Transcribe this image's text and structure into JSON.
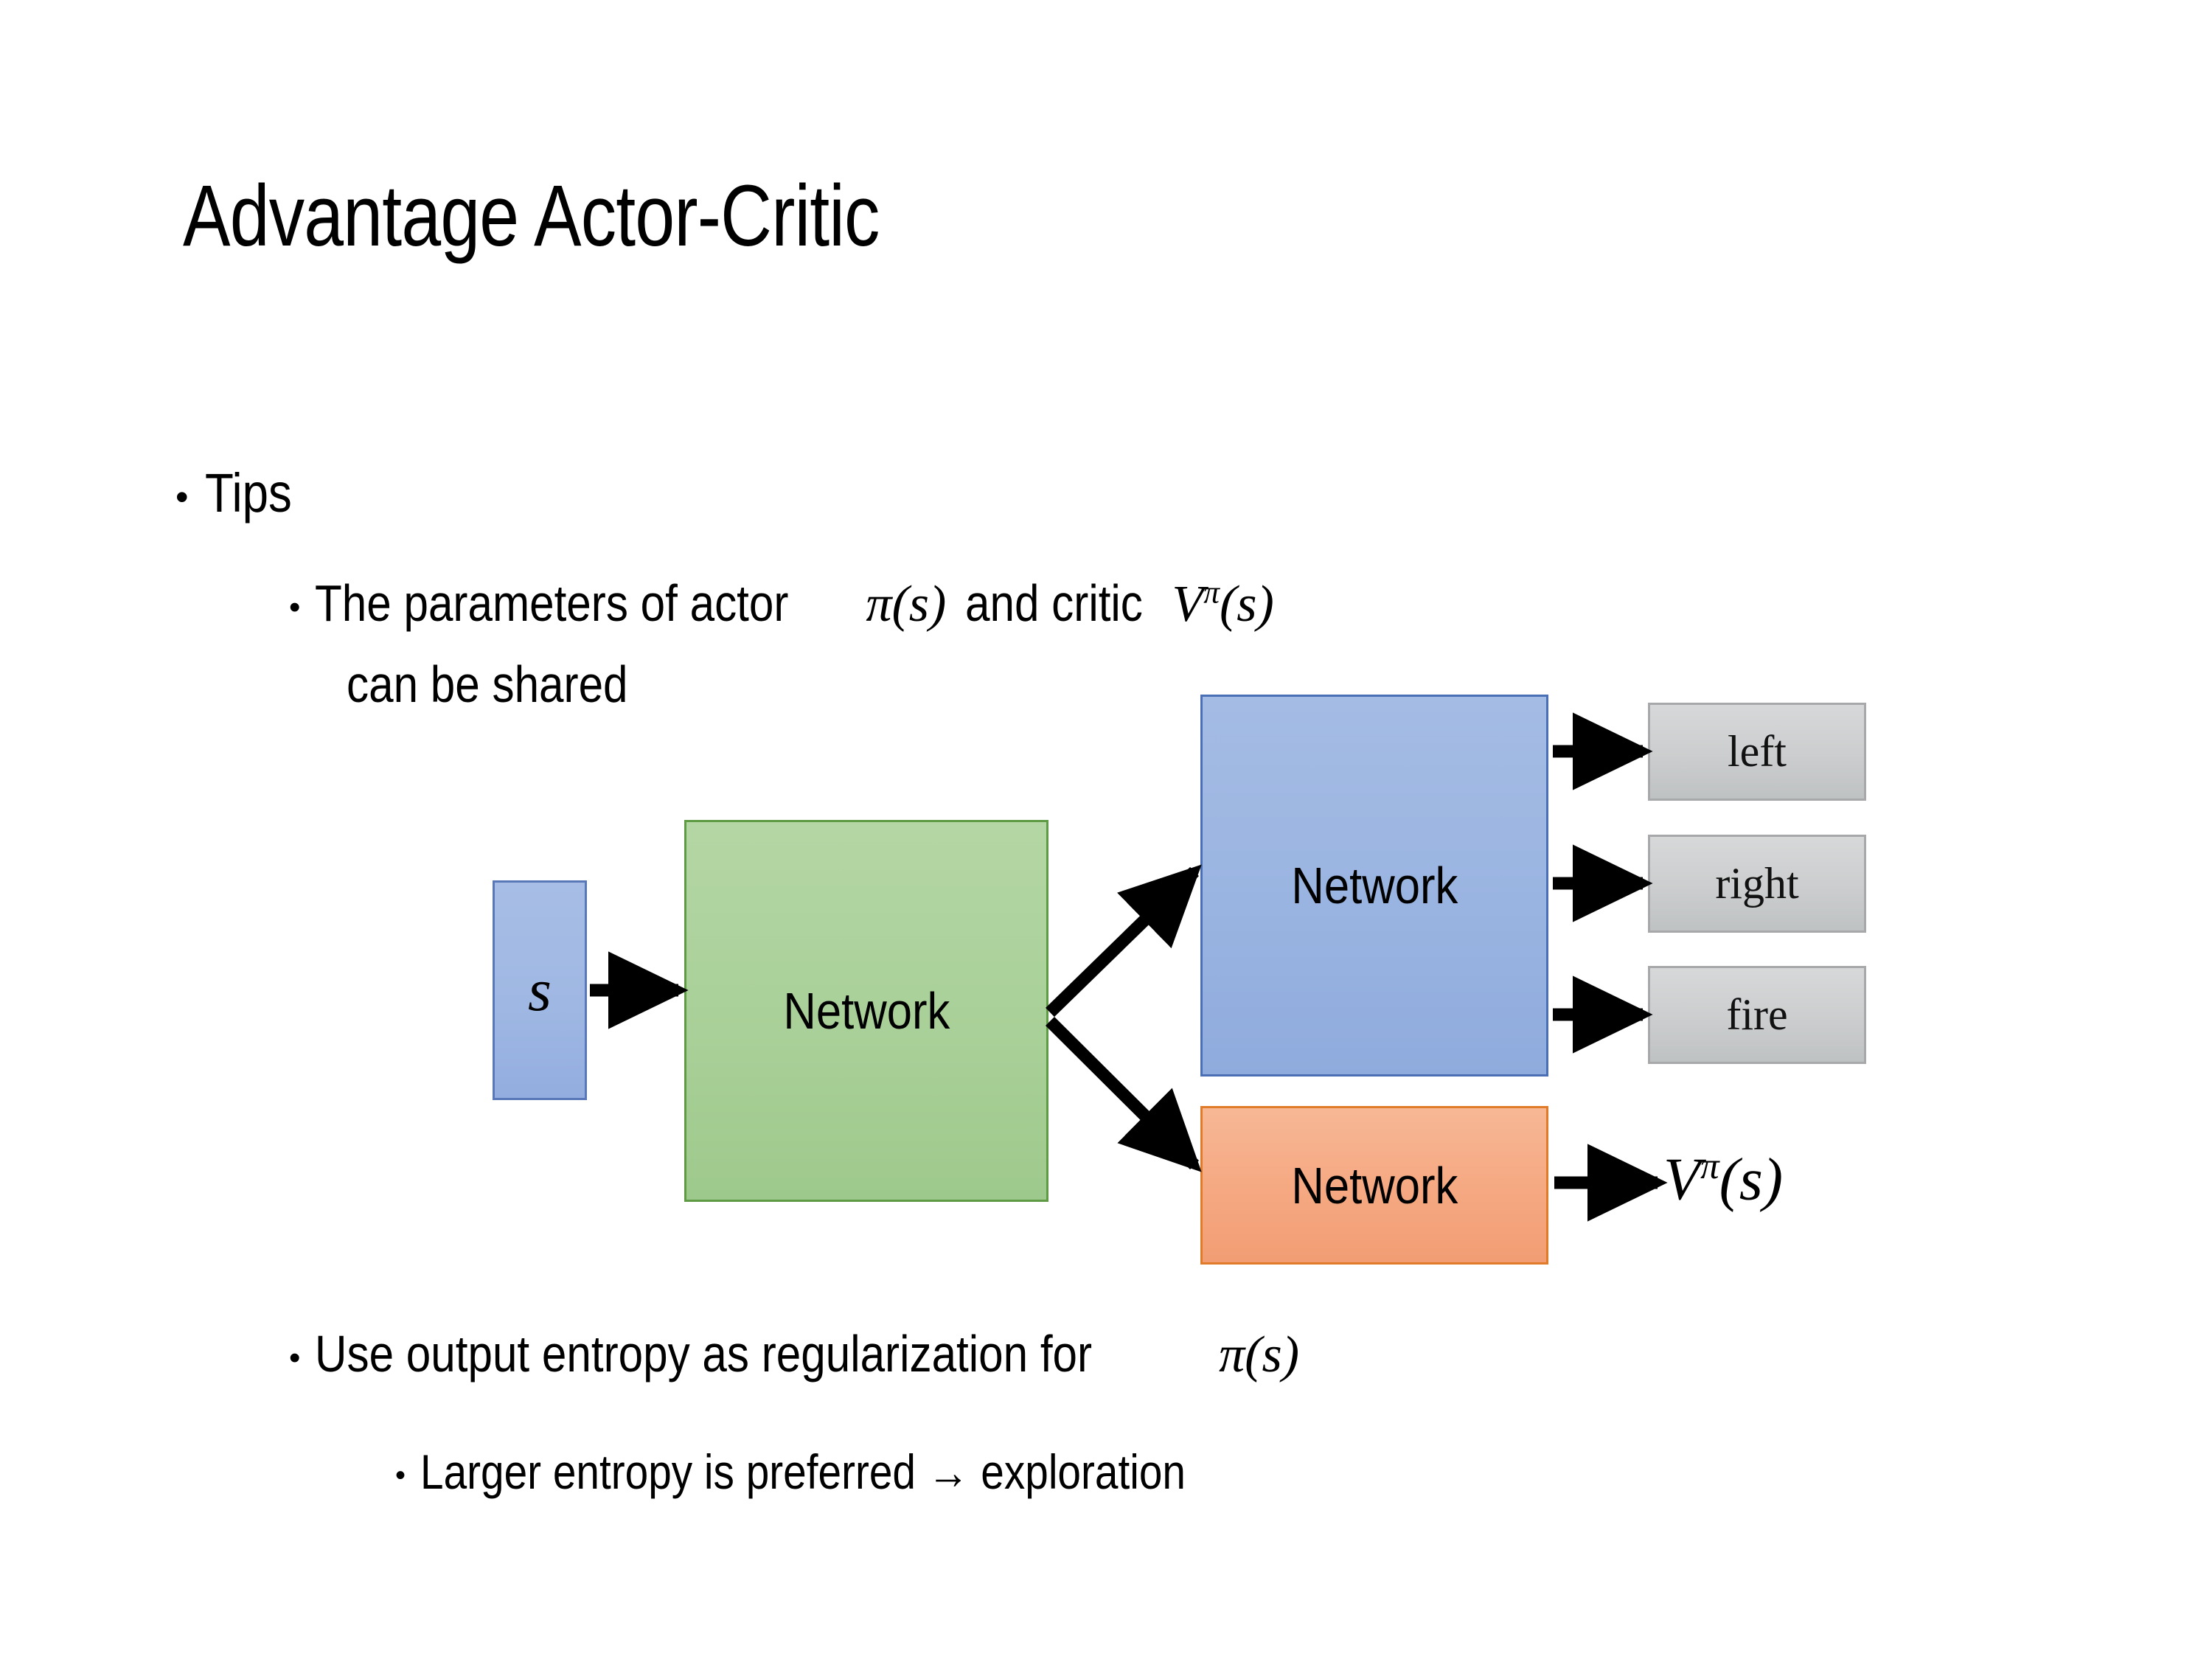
{
  "slide": {
    "title": "Advantage Actor-Critic",
    "background": "#ffffff"
  },
  "bullets": [
    {
      "level": 1,
      "marker": "•",
      "text": "Tips"
    },
    {
      "level": 2,
      "marker": "•",
      "text_before": "The parameters of actor ",
      "math_1": "π(s)",
      "text_middle": "  and critic ",
      "math_2": "Vπ(s)",
      "text_line2": "can be shared"
    },
    {
      "level": 2,
      "marker": "•",
      "text_before": "Use output entropy as regularization for ",
      "math_1": "π(s)"
    },
    {
      "level": 3,
      "marker": "•",
      "text": "Larger entropy is preferred → exploration"
    }
  ],
  "text": {
    "tips": "Tips",
    "params_before": "The parameters of actor ",
    "params_pi_open": "π",
    "params_pi_args": "(s)",
    "params_middle": "and critic ",
    "params_V": "V",
    "params_V_sup": "π",
    "params_V_args": "(s)",
    "params_line2": "can be shared",
    "entropy_before": "Use output entropy as regularization for ",
    "entropy_pi": "π",
    "entropy_pi_args": "(s)",
    "larger_entropy": "Larger entropy is preferred → exploration",
    "bullet_marker": "•"
  },
  "diagram": {
    "input_box": {
      "label": "s",
      "fill": "#9ab4e1",
      "border": "#5878b8"
    },
    "shared_network": {
      "label": "Network",
      "fill": "#a9d098",
      "border": "#5f9a45"
    },
    "actor_network": {
      "label": "Network",
      "fill": "#9ab4e1",
      "border": "#4a6fb5"
    },
    "critic_network": {
      "label": "Network",
      "fill": "#f5a881",
      "border": "#e07b2a"
    },
    "actions": [
      {
        "label": "left",
        "fill": "#cbcdce",
        "border": "#a6a8aa"
      },
      {
        "label": "right",
        "fill": "#cbcdce",
        "border": "#a6a8aa"
      },
      {
        "label": "fire",
        "fill": "#cbcdce",
        "border": "#a6a8aa"
      }
    ],
    "critic_output": {
      "base": "V",
      "superscript": "π",
      "args": "(s)"
    },
    "arrow_color": "#000000"
  }
}
